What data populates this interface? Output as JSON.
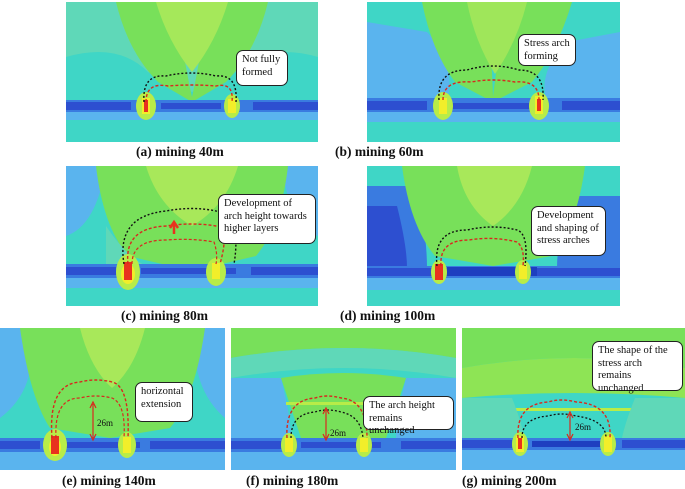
{
  "panels": [
    {
      "caption": "(a) mining 40m",
      "callout": "Not fully formed",
      "dimension": ""
    },
    {
      "caption": "(b) mining 60m",
      "callout": "Stress arch forming",
      "dimension": ""
    },
    {
      "caption": "(c) mining 80m",
      "callout": "Development of arch height towards higher layers",
      "dimension": ""
    },
    {
      "caption": "(d) mining 100m",
      "callout": "Development and shaping of stress arches",
      "dimension": ""
    },
    {
      "caption": "(e) mining 140m",
      "callout": "horizontal extension",
      "dimension": "26m"
    },
    {
      "caption": "(f) mining 180m",
      "callout": "The arch height remains unchanged",
      "dimension": "26m"
    },
    {
      "caption": "(g) mining 200m",
      "callout": "The shape of the stress arch remains unchanged",
      "dimension": "26m"
    }
  ],
  "colors": {
    "sky": "#3fd6c6",
    "green": "#78e05a",
    "yellow_green": "#b8ec48",
    "blue": "#3a7be0",
    "dark_blue": "#2d4fd0",
    "light_blue": "#5ab4ee",
    "arch_red": "#d8281e",
    "arch_black": "#111111",
    "pillar_yellow": "#f2ee2a",
    "pillar_red": "#e8321e"
  }
}
